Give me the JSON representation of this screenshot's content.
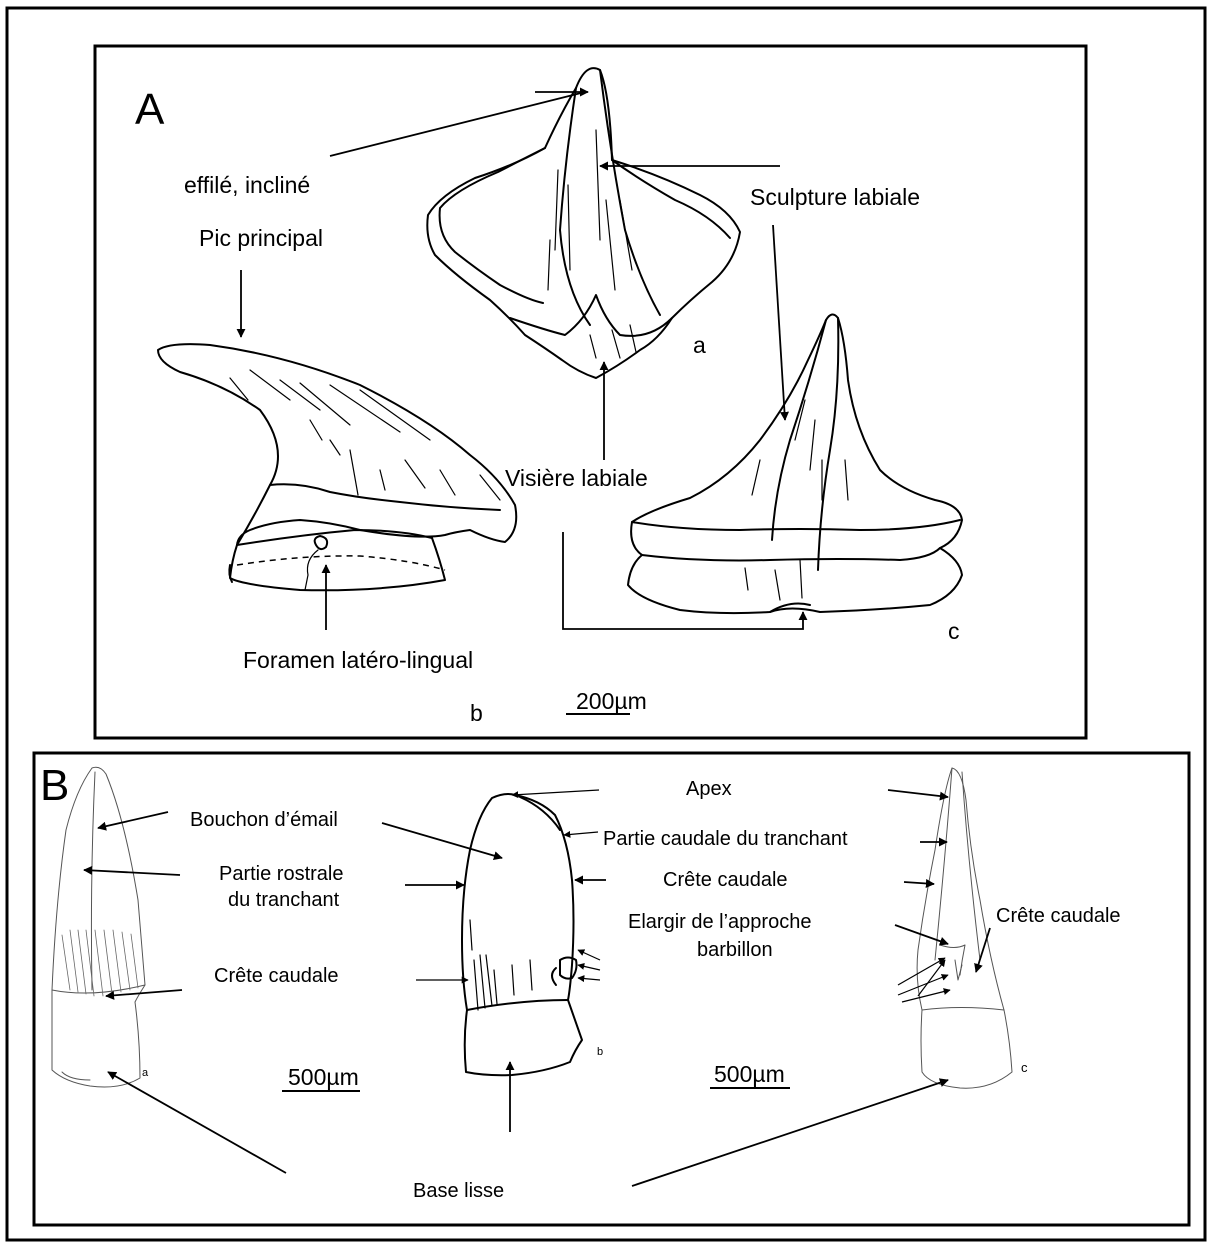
{
  "panel_a": {
    "letter": "A",
    "labels": {
      "effile_incline": "effilé, incliné",
      "pic_principal": "Pic principal",
      "sculpture_labiale": "Sculpture labiale",
      "visiere_labiale": "Visière labiale",
      "foramen": "Foramen latéro-lingual"
    },
    "view_labels": {
      "a": "a",
      "b": "b",
      "c": "c"
    },
    "scale_bar": "200µm"
  },
  "panel_b": {
    "letter": "B",
    "labels": {
      "bouchon": "Bouchon d’émail",
      "partie_rostrale_1": "Partie rostrale",
      "partie_rostrale_2": "du tranchant",
      "crete_caudale_left": "Crête caudale",
      "apex": "Apex",
      "partie_caudale": "Partie caudale du tranchant",
      "crete_caudale_mid": "Crête caudale",
      "elargir_1": "Elargir de l’approche",
      "elargir_2": "barbillon",
      "crete_caudale_right": "Crête caudale",
      "base_lisse": "Base lisse"
    },
    "view_labels": {
      "a": "a",
      "b": "b",
      "c": "c"
    },
    "scale_bar_left": "500µm",
    "scale_bar_right": "500µm"
  }
}
